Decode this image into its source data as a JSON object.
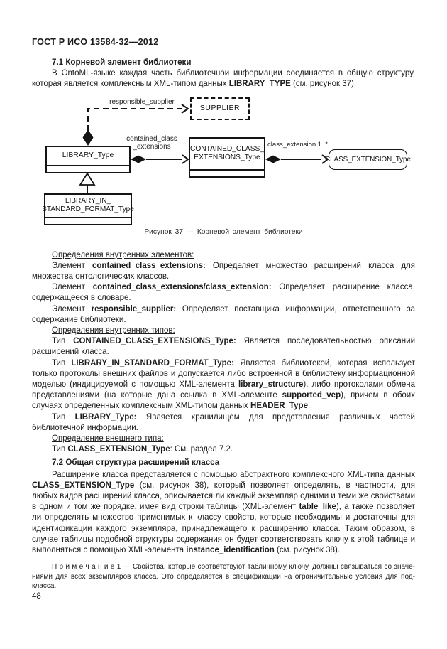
{
  "header": {
    "title": "ГОСТ Р ИСО 13584-32—2012"
  },
  "page_number": "48",
  "section_7_1": {
    "heading": "7.1 Корневой элемент библиотеки"
  },
  "section_7_2": {
    "heading": "7.2 Общая структура расширений класса"
  },
  "diagram": {
    "caption": "Рисунок 37 — Корневой элемент библиотеки",
    "boxes": {
      "supplier": "SUPPLIER",
      "library": "LIBRARY_Type",
      "contained1": "CONTAINED_CLASS_",
      "contained2": "EXTENSIONS_Type",
      "class_extension": "CLASS_EXTENSION_Type",
      "library_in1": "LIBRARY_IN_",
      "library_in2": "STANDARD_FORMAT_Type"
    },
    "labels": {
      "responsible_supplier": "responsible_supplier",
      "contained1": "contained_class",
      "contained2": "_extensions",
      "class_extension": "class_extension",
      "multiplicity": "1..*"
    }
  },
  "paragraphs": {
    "intro": [
      {
        "t": "В OntoML-языке каждая часть библиотечной информации соединяется в общую структуру, которая является комплексным XML-типом данных "
      },
      {
        "t": "LIBRARY_TYPE",
        "b": true
      },
      {
        "t": " (см. рисунок 37)."
      }
    ],
    "d1": [
      {
        "t": "Определения внутренних элементов:",
        "u": true
      }
    ],
    "d2": [
      {
        "t": "Элемент "
      },
      {
        "t": "contained_class_extensions:",
        "b": true
      },
      {
        "t": " Определяет множество расширений класса для множества онтологических классов."
      }
    ],
    "d3": [
      {
        "t": "Элемент "
      },
      {
        "t": "contained_class_extensions/class_extension:",
        "b": true
      },
      {
        "t": " Определяет расширение класса, содержа­щееся в словаре."
      }
    ],
    "d4": [
      {
        "t": "Элемент "
      },
      {
        "t": "responsible_supplier:",
        "b": true
      },
      {
        "t": " Определяет поставщика информации, ответственного за содержание библиотеки."
      }
    ],
    "d5": [
      {
        "t": "Определения внутренних типов:",
        "u": true
      }
    ],
    "d6": [
      {
        "t": "Тип "
      },
      {
        "t": "CONTAINED_CLASS_EXTENSIONS_Type:",
        "b": true
      },
      {
        "t": " Является последовательностью описаний расширений класса."
      }
    ],
    "d7": [
      {
        "t": "Тип "
      },
      {
        "t": "LIBRARY_IN_STANDARD_FORMAT_Type:",
        "b": true
      },
      {
        "t": " Является библиотекой, которая использует только про­токолы внешних файлов и допускается либо встроенной в библиотеку информационной моделью (индици­руемой с помощью XML-элемента "
      },
      {
        "t": "library_structure",
        "b": true
      },
      {
        "t": "), либо протоколами обмена представлениями (на кото­рые дана ссылка в XML-элементе "
      },
      {
        "t": "supported_vep",
        "b": true
      },
      {
        "t": "), причем в обоих случаях определенных комплексным XML-типом данных "
      },
      {
        "t": "HEADER_Type",
        "b": true
      },
      {
        "t": "."
      }
    ],
    "d8": [
      {
        "t": "Тип "
      },
      {
        "t": "LIBRARY_Type:",
        "b": true
      },
      {
        "t": " Является хранилищем для представления различных частей библиотечной ин­формации."
      }
    ],
    "d9": [
      {
        "t": "Определение внешнего типа:",
        "u": true
      }
    ],
    "d10": [
      {
        "t": "Тип "
      },
      {
        "t": "CLASS_EXTENSION_Type",
        "b": true
      },
      {
        "t": ": См. раздел 7.2."
      }
    ],
    "d11": [
      {
        "t": "Расширение класса представляется с помощью абстрактного комплексного XML-типа данных "
      },
      {
        "t": "CLASS_EXTENSION_Type",
        "b": true
      },
      {
        "t": " (см. рисунок 38), который позволяет определять, в частности, для любых видов расширений класса, описывается ли каждый экземпляр одними и теми же свойствами в одном и том же порядке, имея вид строки таблицы (XML-элемент "
      },
      {
        "t": "table_like",
        "b": true
      },
      {
        "t": "), а также позволяет ли определять множество применимых к классу свойств, которые необходимы и достаточны для идентификации каждого экземпляра, принадлежащего к расширению класса. Таким образом, в случае таблицы подобной структуры содержания он будет соответствовать ключу к этой таблице и выполняться с помощью XML-элемента "
      },
      {
        "t": "instance_identification",
        "b": true
      },
      {
        "t": " (см. рисунок 38)."
      }
    ],
    "note": [
      {
        "t": "П р и м е ч а н и е  1 — Свойства, которые соответствуют табличному ключу, должны связываться со значе­ниями для всех экземпляров класса. Это определяется в спецификации на ограничительные условия для под­класса."
      }
    ]
  }
}
